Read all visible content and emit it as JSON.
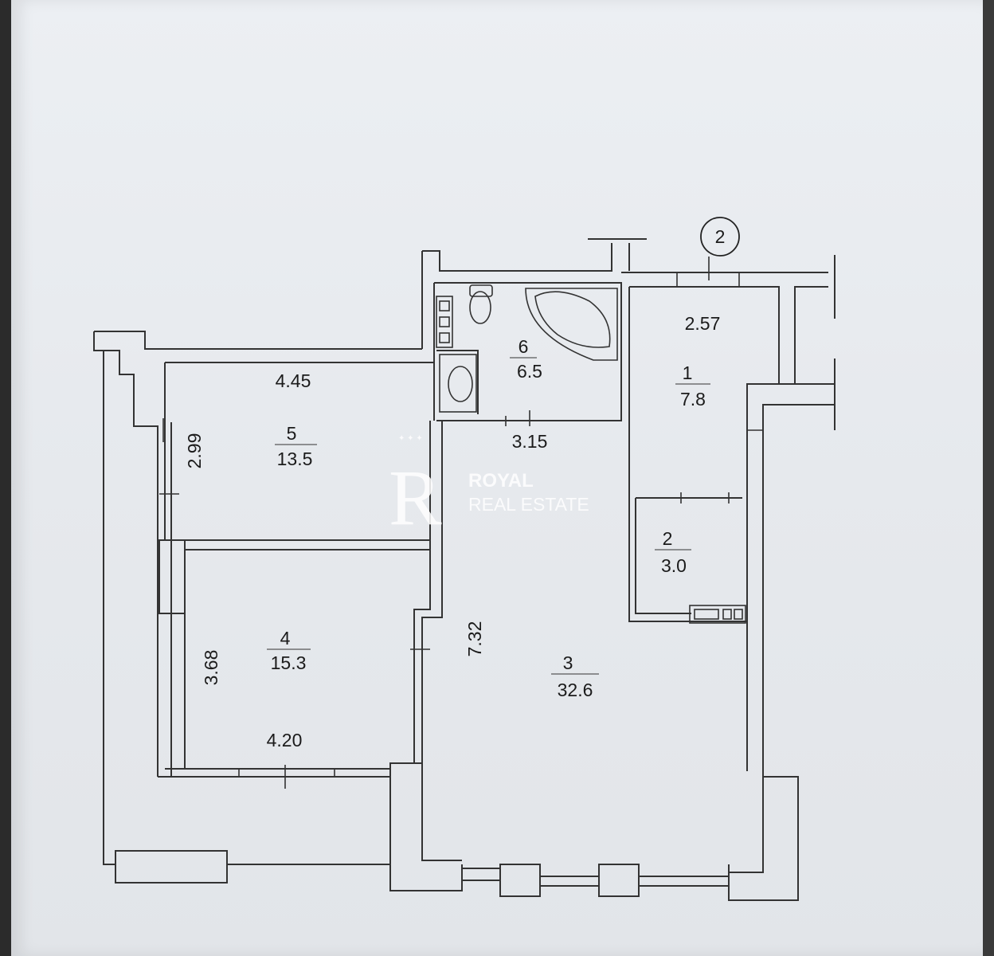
{
  "plan": {
    "marker": "2",
    "rooms": [
      {
        "id": "room-1",
        "number": "1",
        "area": "7.8"
      },
      {
        "id": "room-2",
        "number": "2",
        "area": "3.0"
      },
      {
        "id": "room-3",
        "number": "3",
        "area": "32.6"
      },
      {
        "id": "room-4",
        "number": "4",
        "area": "15.3"
      },
      {
        "id": "room-5",
        "number": "5",
        "area": "13.5"
      },
      {
        "id": "room-6",
        "number": "6",
        "area": "6.5"
      }
    ],
    "dimensions": {
      "room1_width": "2.57",
      "room5_width": "4.45",
      "room5_depth": "2.99",
      "room6_width": "3.15",
      "room3_length": "7.32",
      "room4_depth": "3.68",
      "room4_width": "4.20"
    }
  },
  "watermark": {
    "line1": "ROYAL",
    "line2": "REAL ESTATE",
    "monogram": "R"
  }
}
